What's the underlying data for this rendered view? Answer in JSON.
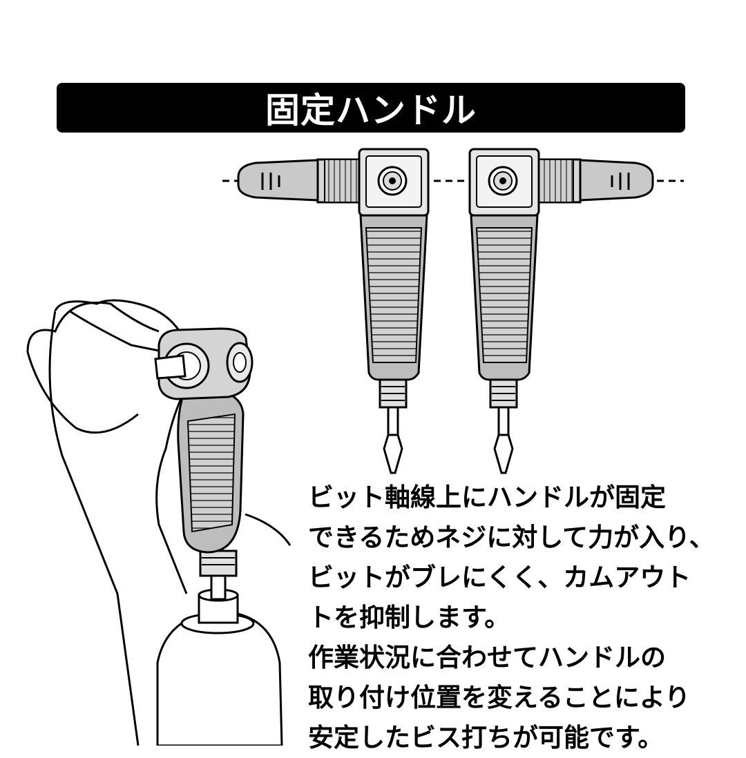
{
  "header": {
    "title": "固定ハンドル"
  },
  "description": {
    "lines": [
      "ビット軸線上にハンドルが固定",
      "できるためネジに対して力が入り、",
      "ビットがブレにくく、カムアウト",
      "トを抑制します。",
      "作業状況に合わせてハンドルの",
      "取り付け位置を変えることにより",
      "安定したビス打ちが可能です。"
    ]
  },
  "illustrations": [
    {
      "name": "driver-handle-left-variant",
      "handle_side": "left"
    },
    {
      "name": "driver-handle-right-variant",
      "handle_side": "right"
    },
    {
      "name": "hand-holding-driver"
    }
  ],
  "colors": {
    "banner_bg": "#000000",
    "banner_text": "#ffffff",
    "body_text": "#000000",
    "tool_grey": "#cfcfcf",
    "tool_light": "#ececec"
  }
}
